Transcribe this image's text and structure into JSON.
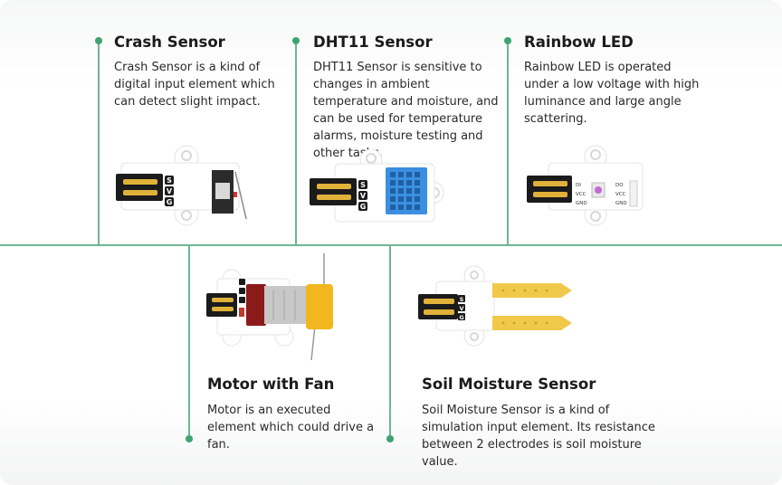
{
  "cards": [
    {
      "title": "Crash Sensor",
      "description": "Crash Sensor  is a kind of digital input element which can detect slight impact."
    },
    {
      "title": "DHT11 Sensor",
      "description": "DHT11 Sensor is sensitive to changes in ambient temperature and moisture, and can be used for temperature alarms, moisture testing and other tasks."
    },
    {
      "title": "Rainbow LED",
      "description": "Rainbow LED is operated under a low voltage with high luminance and large angle scattering."
    },
    {
      "title": "Motor with Fan",
      "description": "Motor is an executed element which could drive a fan."
    },
    {
      "title": "Soil Moisture Sensor",
      "description": "Soil Moisture Sensor is a kind of simulation input element. Its resistance between 2 electrodes is soil moisture value."
    }
  ],
  "pin_labels": {
    "s": "S",
    "v": "V",
    "g": "G"
  },
  "led_pins": {
    "left": [
      "DI",
      "VCC",
      "GND"
    ],
    "right": [
      "DO",
      "VCC",
      "GND"
    ]
  },
  "colors": {
    "accent": "#3fa374",
    "line": "#6fb594",
    "fan": "#f2b61f",
    "probe": "#f0c94a",
    "motor_cap": "#8b1a1a",
    "dht_grid": "#3b8fe0"
  }
}
